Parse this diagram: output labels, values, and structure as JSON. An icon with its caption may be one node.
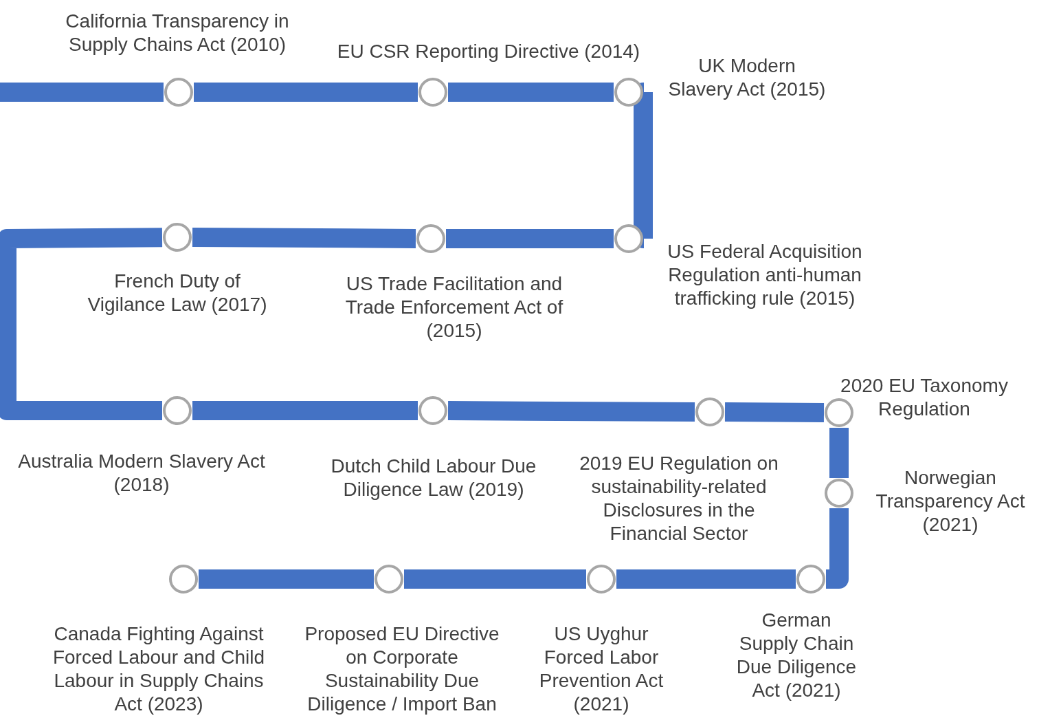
{
  "diagram": {
    "nodes": [
      {
        "text": [],
        "shape": "circle",
        "beside": [
          "California Transparency in Supply Chains Act (2010)"
        ]
      },
      {
        "text": [],
        "shape": "circle",
        "beside": [
          "EU CSR Reporting Directive (2014)"
        ]
      },
      {
        "text": [],
        "shape": "circle",
        "beside": [
          "UK Modern Slavery Act (2015)"
        ]
      },
      {
        "text": [],
        "shape": "circle",
        "beside": [
          "US Federal Acquisition Regulation anti-human trafficking rule (2015)"
        ]
      },
      {
        "text": [],
        "shape": "circle",
        "beside": [
          "US Trade Facilitation and Trade Enforcement Act of (2015)"
        ]
      },
      {
        "text": [],
        "shape": "circle",
        "beside": [
          "French Duty of Vigilance Law (2017)"
        ]
      },
      {
        "text": [],
        "shape": "circle",
        "beside": [
          "Australia Modern Slavery Act (2018)"
        ]
      },
      {
        "text": [],
        "shape": "circle",
        "beside": [
          "Dutch Child Labour Due Diligence Law (2019)"
        ]
      },
      {
        "text": [],
        "shape": "circle",
        "beside": [
          "2019 EU Regulation on sustainability-related Disclosures in the Financial Sector"
        ]
      },
      {
        "text": [],
        "shape": "circle",
        "beside": [
          "2020 EU Taxonomy Regulation"
        ]
      },
      {
        "text": [],
        "shape": "circle",
        "beside": [
          "Norwegian Transparency Act (2021)"
        ]
      },
      {
        "text": [],
        "shape": "circle",
        "beside": [
          "German Supply Chain Due Diligence Act (2021)"
        ]
      },
      {
        "text": [],
        "shape": "circle",
        "beside": [
          "US Uyghur Forced Labor Prevention Act (2021)"
        ]
      },
      {
        "text": [],
        "shape": "circle",
        "beside": [
          "Proposed EU Directive on Corporate Sustainability Due Diligence / Import Ban"
        ]
      },
      {
        "text": [],
        "shape": "circle",
        "beside": [
          "Canada Fighting Against Forced Labour and Child Labour in Supply Chains Act (2023)"
        ]
      }
    ],
    "edges": [
      {
        "from": null,
        "to": 0,
        "arrow": "none"
      },
      {
        "from": 0,
        "to": 1,
        "arrow": "none"
      },
      {
        "from": 1,
        "to": 2,
        "arrow": "none"
      },
      {
        "from": 2,
        "to": 3,
        "arrow": "none"
      },
      {
        "from": 3,
        "to": 4,
        "arrow": "none"
      },
      {
        "from": 4,
        "to": 5,
        "arrow": "none"
      },
      {
        "from": 5,
        "to": 6,
        "arrow": "none"
      },
      {
        "from": 6,
        "to": 7,
        "arrow": "none"
      },
      {
        "from": 7,
        "to": 8,
        "arrow": "none"
      },
      {
        "from": 8,
        "to": 9,
        "arrow": "none"
      },
      {
        "from": 9,
        "to": 10,
        "arrow": "none"
      },
      {
        "from": 10,
        "to": 11,
        "arrow": "none"
      },
      {
        "from": 11,
        "to": 12,
        "arrow": "none"
      },
      {
        "from": 12,
        "to": 13,
        "arrow": "none"
      },
      {
        "from": 13,
        "to": 14,
        "arrow": "none"
      }
    ]
  }
}
